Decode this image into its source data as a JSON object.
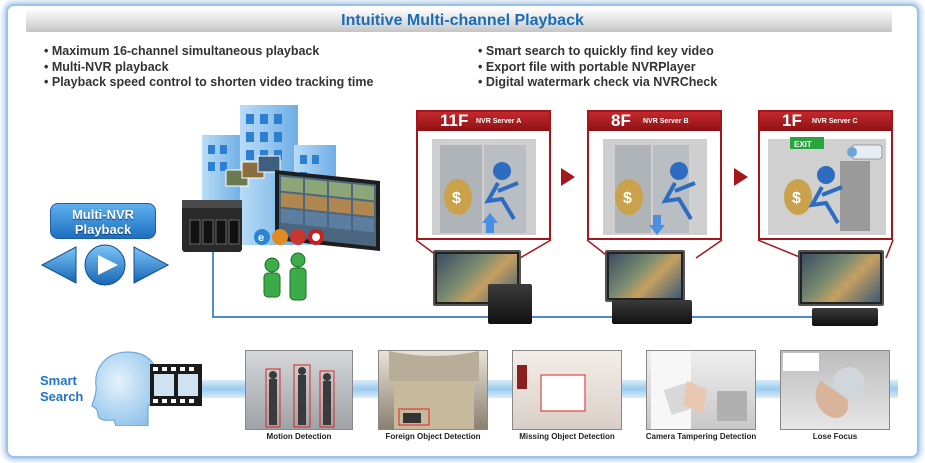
{
  "title": "Intuitive Multi-channel Playback",
  "bullets_left": [
    "Maximum 16-channel simultaneous playback",
    "Multi-NVR playback",
    "Playback speed control to shorten video tracking time"
  ],
  "bullets_right": [
    "Smart search to quickly find key video",
    "Export file with portable NVRPlayer",
    "Digital watermark check via NVRCheck"
  ],
  "multi_nvr": {
    "label_line1": "Multi-NVR",
    "label_line2": "Playback"
  },
  "floors": [
    {
      "floor": "11F",
      "server": "NVR Server A"
    },
    {
      "floor": "8F",
      "server": "NVR Server B"
    },
    {
      "floor": "1F",
      "server": "NVR Server C",
      "sign": "EXIT"
    }
  ],
  "smart_search": {
    "line1": "Smart",
    "line2": "Search",
    "items": [
      "Motion Detection",
      "Foreign Object Detection",
      "Missing Object Detection",
      "Camera Tampering Detection",
      "Lose Focus"
    ]
  },
  "colors": {
    "title_blue": "#1a6db5",
    "accent_red": "#a5171b",
    "line_blue": "#4d8fce",
    "frame_blue": "#9cc4e6"
  },
  "icons": [
    "back-icon",
    "play-icon",
    "forward-icon",
    "browser-icons",
    "users-icon",
    "cctv-camera-icon",
    "head-silhouette-icon",
    "film-strip-icon"
  ]
}
